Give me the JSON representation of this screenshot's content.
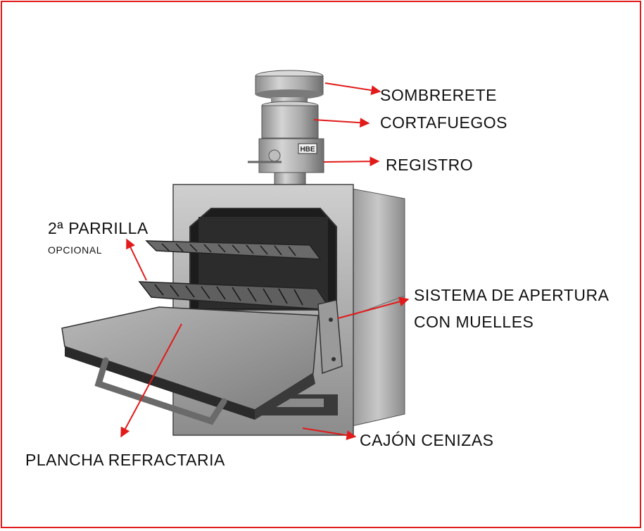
{
  "figure": {
    "border_color": "#e11a1a",
    "arrow_color": "#e11a1a",
    "product_image": "stainless steel charcoal oven with chimney"
  },
  "labels": {
    "sombrerete": "SOMBRERETE",
    "cortafuegos": "CORTAFUEGOS",
    "registro": "REGISTRO",
    "parrilla": "2ª PARRILLA",
    "opcional": "OPCIONAL",
    "apertura_1": "SISTEMA DE APERTURA",
    "apertura_2": "CON MUELLES",
    "cajon": "CAJÓN CENIZAS",
    "plancha": "PLANCHA REFRACTARIA",
    "logo": "HBE"
  }
}
